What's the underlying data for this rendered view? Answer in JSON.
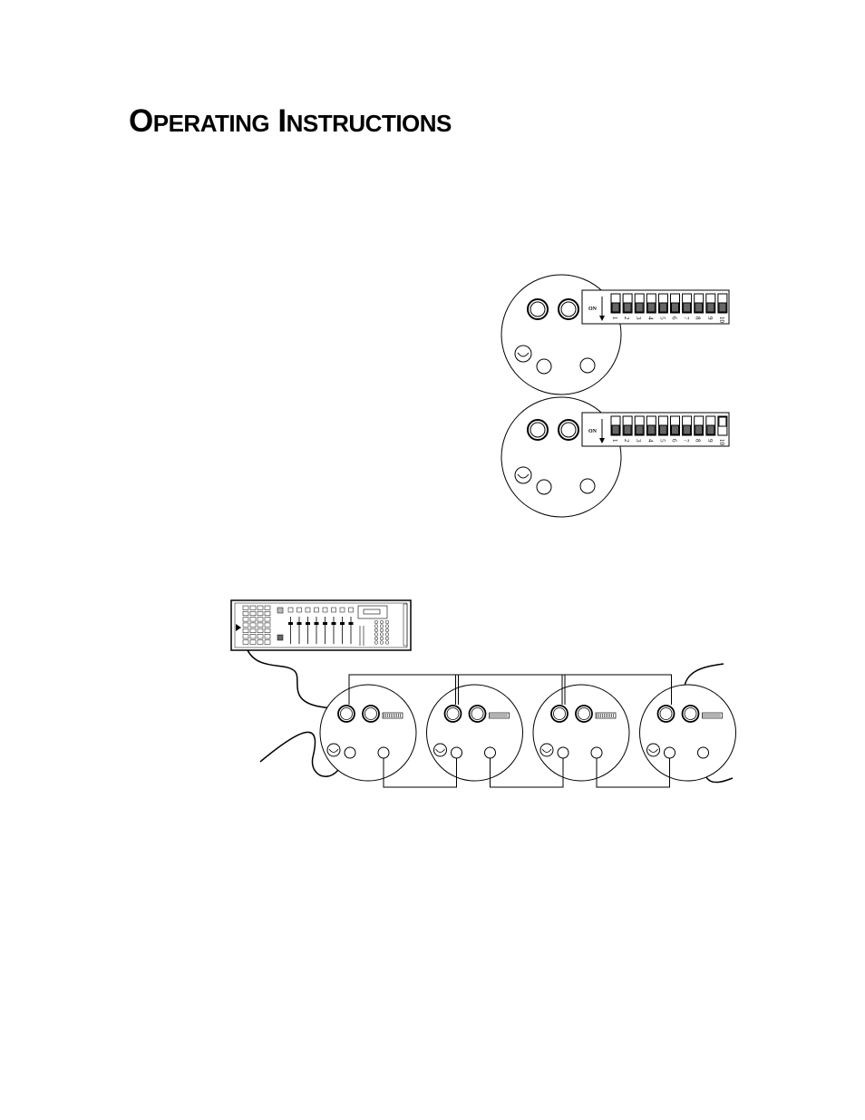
{
  "title": {
    "first_initial": "O",
    "first_rest": "PERATING",
    "second_initial": "I",
    "second_rest": "NSTRUCTIONS"
  },
  "dip_figure": {
    "on_label": "ON",
    "switch_numbers": [
      "1",
      "2",
      "3",
      "4",
      "5",
      "6",
      "7",
      "8",
      "9",
      "10"
    ],
    "top_panel_on_switches": [],
    "bottom_panel_on_switches": [
      "10"
    ]
  },
  "chain_figure": {
    "fixture_count": 4
  }
}
